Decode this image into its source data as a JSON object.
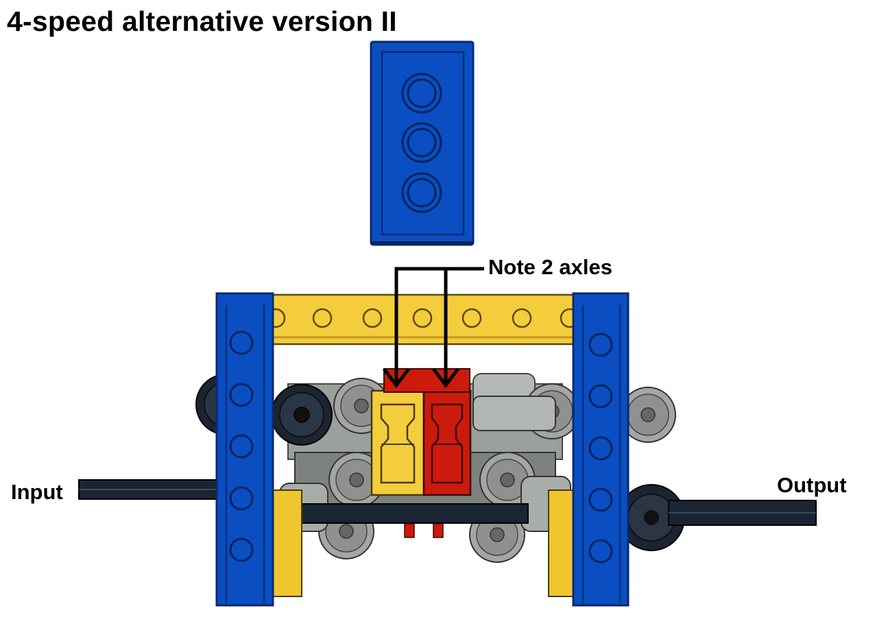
{
  "title": "4-speed alternative version II",
  "annotations": {
    "note": "Note 2 axles",
    "input": "Input",
    "output": "Output"
  },
  "colors": {
    "blue": "#0a4ec2",
    "yellow": "#f4cd3c",
    "red": "#cc1a0c",
    "gray": "#a6aaa7",
    "black": "#1a2533"
  }
}
